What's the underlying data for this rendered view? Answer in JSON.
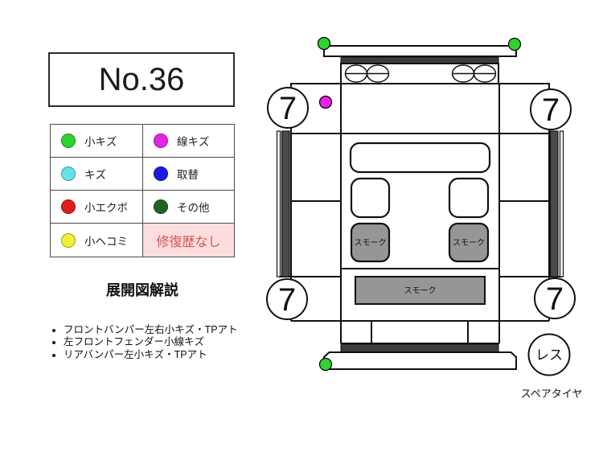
{
  "card_number": "No.36",
  "legend": {
    "items": [
      {
        "label": "小キズ",
        "color": "#2fd32f"
      },
      {
        "label": "線キズ",
        "color": "#e524e5"
      },
      {
        "label": "キズ",
        "color": "#62e3e9"
      },
      {
        "label": "取替",
        "color": "#1a1ae0"
      },
      {
        "label": "小エクボ",
        "color": "#e01d1d"
      },
      {
        "label": "その他",
        "color": "#226322"
      },
      {
        "label": "小ヘコミ",
        "color": "#f4ee35"
      }
    ],
    "repair_history": {
      "label": "修復歴なし",
      "text_color": "#d25353",
      "background": "#fcdede"
    }
  },
  "explanation": {
    "title": "展開図解説",
    "notes": [
      "フロントバンパー左右小キズ・TPアト",
      "左フロントフェンダー小線キズ",
      "リアバンパー左小キズ・TPアト"
    ]
  },
  "diagram": {
    "fender_badge": "7",
    "smoke_label": "スモーク",
    "spare_tire_less_label": "レス",
    "spare_tire_caption": "スペアタイヤ",
    "markers": [
      {
        "location": "front-bumper-left",
        "type": "小キズ",
        "color": "#2fd32f"
      },
      {
        "location": "front-bumper-right",
        "type": "小キズ",
        "color": "#2fd32f"
      },
      {
        "location": "left-front-fender",
        "type": "線キズ",
        "color": "#e524e5"
      },
      {
        "location": "rear-bumper-left",
        "type": "小キズ",
        "color": "#2fd32f"
      }
    ]
  }
}
